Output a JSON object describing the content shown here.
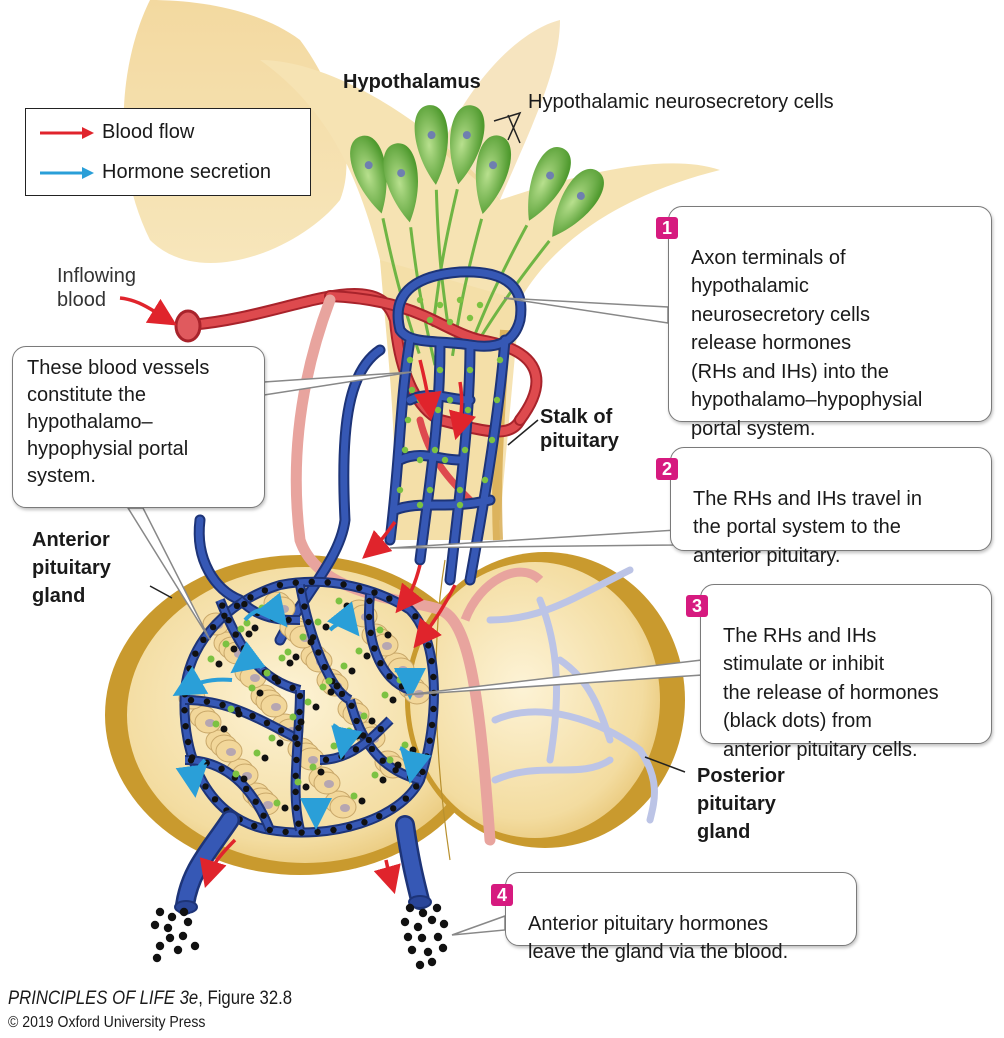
{
  "figure": {
    "caption_title_italic": "PRINCIPLES OF LIFE 3e",
    "caption_figure": ", Figure 32.8",
    "copyright": "© 2019 Oxford University Press"
  },
  "legend": {
    "items": [
      {
        "label": "Blood flow",
        "color": "#e0242c"
      },
      {
        "label": "Hormone secretion",
        "color": "#2a9fd8"
      }
    ]
  },
  "labels": {
    "hypothalamus": "Hypothalamus",
    "neurosecretory_cells": "Hypothalamic neurosecretory cells",
    "inflowing_blood": "Inflowing\nblood",
    "stalk": "Stalk of\npituitary",
    "anterior": "Anterior\npituitary\ngland",
    "posterior": "Posterior\npituitary\ngland"
  },
  "callouts": {
    "portal": "These blood vessels\nconstitute the\nhypothalamo–\nhypophysial portal\nsystem.",
    "steps": [
      {
        "number": "1",
        "text": "Axon terminals of\nhypothalamic\nneurosecretory cells\nrelease hormones\n(RHs and IHs) into the\nhypothalamo–hypophysial\nportal system."
      },
      {
        "number": "2",
        "text": "The RHs and IHs travel in\nthe portal system to the\nanterior pituitary."
      },
      {
        "number": "3",
        "text": "The RHs and IHs\nstimulate or inhibit\nthe release of hormones\n(black dots) from\nanterior pituitary cells."
      },
      {
        "number": "4",
        "text": "Anterior pituitary hormones\nleave the gland via the blood."
      }
    ]
  },
  "colors": {
    "tissue": "#f5dfa8",
    "gland_rim": "#c99a2e",
    "portal_vessel": "#2d4fa0",
    "artery": "#d93a3e",
    "neuron": "#6fb544",
    "hormone_dot_green": "#7cc242",
    "hormone_dot_black": "#111111",
    "posterior_vein": "#b9c1e4",
    "posterior_artery": "#eeaaa6",
    "step_badge": "#d61a7f"
  }
}
